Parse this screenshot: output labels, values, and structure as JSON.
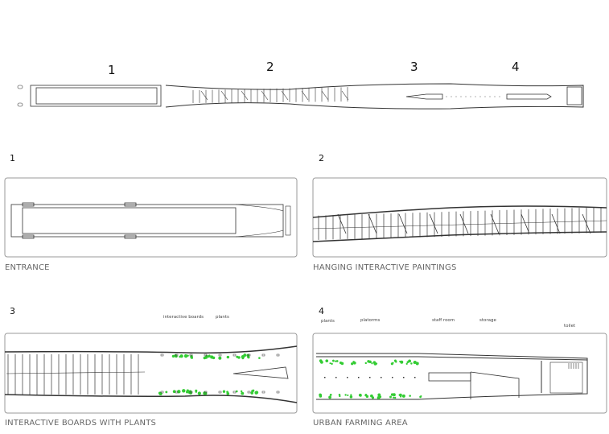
{
  "overview": {
    "labels": [
      "1",
      "2",
      "3",
      "4"
    ]
  },
  "panels": [
    {
      "number": "1",
      "caption": "ENTRANCE",
      "tags": []
    },
    {
      "number": "2",
      "caption": "HANGING INTERACTIVE PAINTINGS",
      "tags": []
    },
    {
      "number": "3",
      "caption": "INTERACTIVE BOARDS WITH PLANTS",
      "tags": [
        "interactive boards",
        "plants"
      ]
    },
    {
      "number": "4",
      "caption": "URBAN FARMING AREA",
      "tags": [
        "plants",
        "platorms",
        "staff room",
        "storage",
        "toilet"
      ]
    }
  ],
  "colors": {
    "line": "#333333",
    "wall": "#888888",
    "plant": "#33cc33",
    "frame": "#999999"
  }
}
